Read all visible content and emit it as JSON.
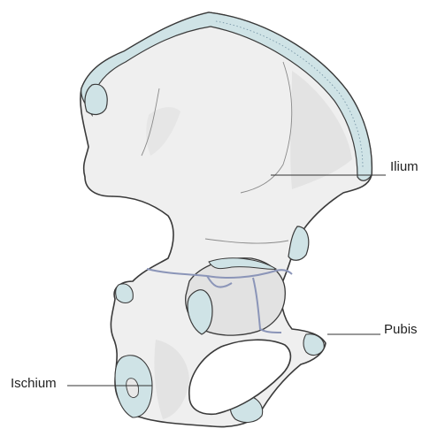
{
  "labels": {
    "ilium": "Ilium",
    "pubis": "Pubis",
    "ischium": "Ischium"
  },
  "colors": {
    "bone_fill": "#efefef",
    "bone_outline": "#3a3a3a",
    "bone_shadow": "#e1e1e1",
    "cartilage_fill": "#cfe3e6",
    "suture_line": "#8b95b8",
    "leader_line": "#333333"
  }
}
